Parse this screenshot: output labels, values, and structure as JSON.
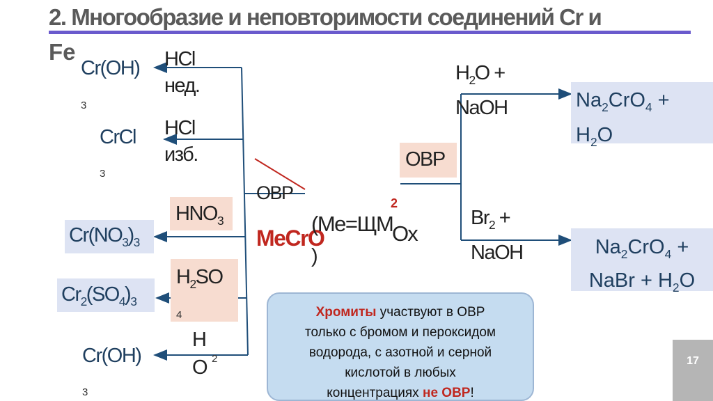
{
  "title": {
    "line1": "2. Многообразие и неповторимости соединений Cr и",
    "line2": "Fe"
  },
  "left_products": {
    "croh_top": {
      "text": "Cr(OH)",
      "sub": "3"
    },
    "crcl": {
      "text": "CrCl",
      "sub": "3"
    },
    "crno3": {
      "a": "Cr(NO",
      "s1": "3",
      "b": ")",
      "s2": "3"
    },
    "cr2so4": {
      "a": "Cr",
      "s1": "2",
      "b": "(SO",
      "s2": "4",
      "c": ")",
      "s3": "3"
    },
    "croh_bottom": {
      "text": "Cr(OH)",
      "sub": "3"
    }
  },
  "left_reagents": {
    "hcl_ned": {
      "line1": "HCl",
      "line2": "нед."
    },
    "hcl_izb": {
      "line1": "HCl",
      "line2": "изб."
    },
    "hno3": {
      "a": "HNO",
      "s": "3"
    },
    "h2so4": {
      "a": "H",
      "s": "2",
      "b": "SO",
      "sub_line": "4"
    },
    "h2o": {
      "line1": "H",
      "line1_sub": "2",
      "line2": "O"
    }
  },
  "center": {
    "ovr_struck": "OBP",
    "mecro": "MeCrO",
    "formula_open": "(Me=ЩМ",
    "formula_sup": "2",
    "formula_ox": "Ох",
    "formula_close": ")"
  },
  "right": {
    "ovr_box": "OBP",
    "reagent_top": {
      "a": "H",
      "s": "2",
      "b": "O +",
      "line2": "NaOH"
    },
    "reagent_bottom": {
      "a": "Br",
      "s": "2",
      "b": " +",
      "line2": "NaOH"
    },
    "product_top": {
      "a": "Na",
      "s1": "2",
      "b": "CrO",
      "s2": "4",
      "c": " +",
      "line2a": "H",
      "line2s": "2",
      "line2b": "O"
    },
    "product_bottom": {
      "a": "Na",
      "s1": "2",
      "b": "CrO",
      "s2": "4",
      "c": " +",
      "line2a": "NaBr + H",
      "line2s": "2",
      "line2b": "O"
    }
  },
  "note": {
    "bold_word": "Хромиты",
    "text1": " участвуют в ОВР",
    "text2": "только с бромом и пероксидом",
    "text3": "водорода, с азотной и серной",
    "text4": "кислотой в любых",
    "text5": "концентрациях ",
    "red_tail": "не ОВР",
    "end": "!"
  },
  "slide_number": "17",
  "colors": {
    "arrow": "#1f4e79",
    "title_bar": "#6a5acd",
    "red": "#c0271f",
    "note_bg": "#c5dcf0",
    "blue_box": "#dde3f3",
    "pink_box": "#f7dcd0"
  }
}
